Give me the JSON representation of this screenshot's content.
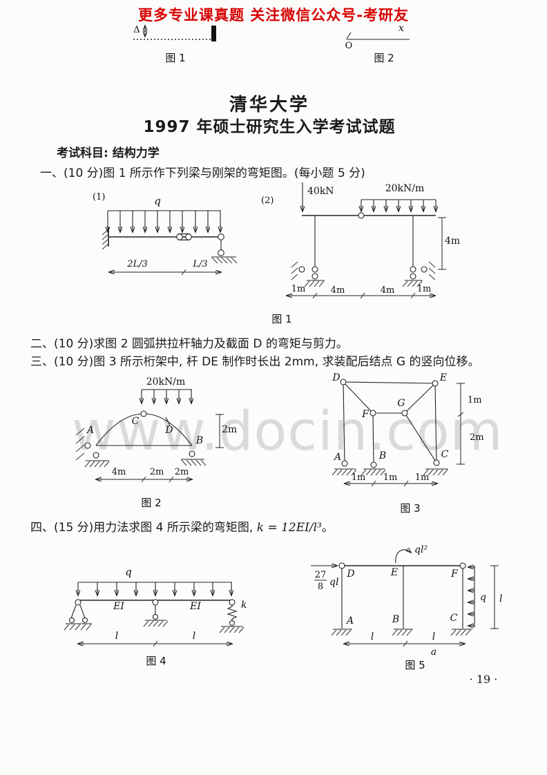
{
  "page": {
    "header_notice": "更多专业课真题 关注微信公众号-考研友",
    "watermark": "www.docin.com",
    "page_number": "· 19 ·"
  },
  "prev_figures": {
    "fig1_caption": "图 1",
    "fig2_caption": "图 2",
    "delta_symbol": "Δ",
    "x_axis": "x",
    "origin": "O"
  },
  "title": {
    "university": "清华大学",
    "exam_title": "1997 年硕士研究生入学考试试题",
    "subject": "考试科目: 结构力学"
  },
  "questions": {
    "q1": "一、(10 分)图 1 所示作下列梁与刚架的弯矩图。(每小题 5 分)",
    "q2": "二、(10 分)求图 2 圆弧拱拉杆轴力及截面 D 的弯矩与剪力。",
    "q3": "三、(10 分)图 3 所示桁架中, 杆 DE 制作时长出 2mm, 求装配后结点 G 的竖向位移。",
    "q4_text": "四、(15 分)用力法求图 4 所示梁的弯矩图, ",
    "q4_formula": "k = 12EI/l³",
    "q4_end": "。"
  },
  "fig1": {
    "caption": "图 1",
    "part1": {
      "tag": "(1)",
      "load": "q",
      "dim_left": "2L/3",
      "dim_right": "L/3"
    },
    "part2": {
      "tag": "(2)",
      "point_load": "40kN",
      "dist_load": "20kN/m",
      "height": "4m",
      "dims": [
        "1m",
        "4m",
        "4m",
        "1m"
      ]
    }
  },
  "fig2": {
    "caption": "图 2",
    "dist_load": "20kN/m",
    "node_a": "A",
    "node_b": "B",
    "node_c": "C",
    "node_d": "D",
    "rise": "2m",
    "dims": [
      "4m",
      "2m",
      "2m"
    ]
  },
  "fig3": {
    "caption": "图 3",
    "node_a": "A",
    "node_b": "B",
    "node_c": "C",
    "node_d": "D",
    "node_e": "E",
    "node_f": "F",
    "node_g": "G",
    "dim_upper": "1m",
    "dim_lower": "2m",
    "dims": [
      "1m",
      "1m",
      "1m"
    ]
  },
  "fig4": {
    "caption": "图 4",
    "load": "q",
    "ei_left": "EI",
    "ei_right": "EI",
    "spring": "k",
    "dims": [
      "l",
      "l"
    ]
  },
  "fig5": {
    "caption": "图 5",
    "moment": "ql²",
    "force_numerator": "27",
    "force_denominator": "8",
    "force_symbol": "ql",
    "dist_load": "q",
    "height": "l",
    "dims": [
      "l",
      "l"
    ],
    "dim_a": "a",
    "node_a": "A",
    "node_b": "B",
    "node_c": "C",
    "node_d": "D",
    "node_e": "E",
    "node_f": "F"
  }
}
